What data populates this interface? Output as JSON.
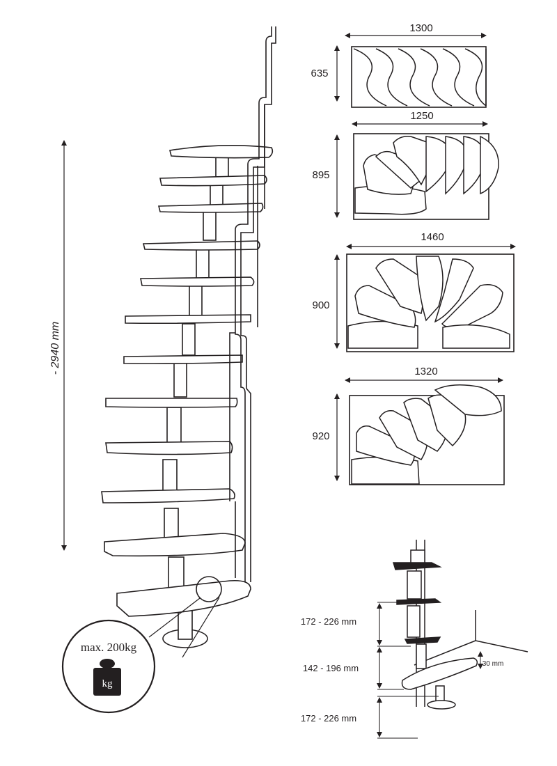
{
  "total_height": "- 2940 mm",
  "weight_badge": {
    "label": "max. 200kg",
    "unit": "kg"
  },
  "layouts": [
    {
      "width": "1300",
      "depth": "635"
    },
    {
      "width": "1250",
      "depth": "895"
    },
    {
      "width": "1460",
      "depth": "900"
    },
    {
      "width": "1320",
      "depth": "920"
    }
  ],
  "detail": {
    "rise_upper": "172 - 226 mm",
    "rise_middle": "142 - 196 mm",
    "rise_lower": "172 - 226 mm",
    "tread_thickness": "30 mm"
  }
}
